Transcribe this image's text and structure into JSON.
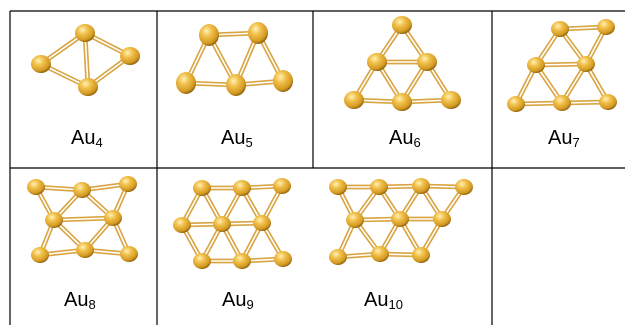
{
  "clusters": [
    {
      "id": "au4",
      "element": "Au",
      "subscript": "4"
    },
    {
      "id": "au5",
      "element": "Au",
      "subscript": "5"
    },
    {
      "id": "au6",
      "element": "Au",
      "subscript": "6"
    },
    {
      "id": "au7",
      "element": "Au",
      "subscript": "7"
    },
    {
      "id": "au8",
      "element": "Au",
      "subscript": "8"
    },
    {
      "id": "au9",
      "element": "Au",
      "subscript": "9"
    },
    {
      "id": "au10",
      "element": "Au",
      "subscript": "10"
    }
  ],
  "colors": {
    "atom_light": "#fbd77a",
    "atom_mid": "#e0a92e",
    "atom_dark": "#9a6a10",
    "bond": "#d9a441",
    "grid_line": "#000000"
  }
}
